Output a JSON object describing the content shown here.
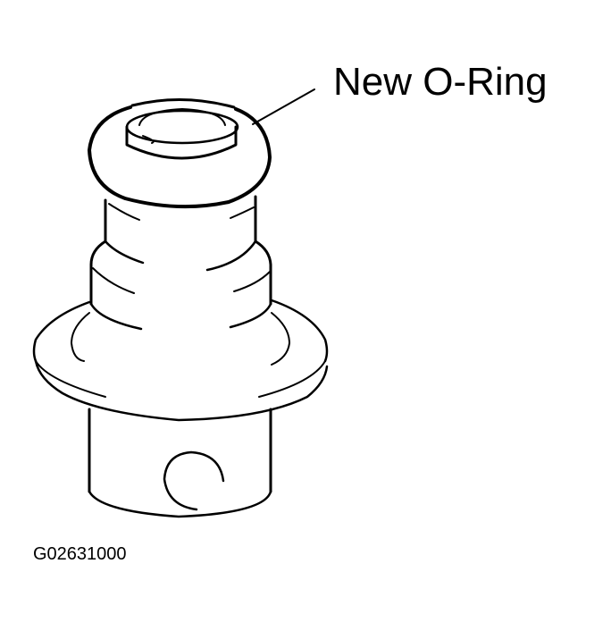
{
  "diagram": {
    "subject": "valve / regulator component with new O-ring",
    "callouts": [
      {
        "label": "New O-Ring",
        "target": "o-ring"
      }
    ],
    "figure_id": "G02631000",
    "colors": {
      "line": "#000000",
      "background": "#ffffff"
    }
  }
}
